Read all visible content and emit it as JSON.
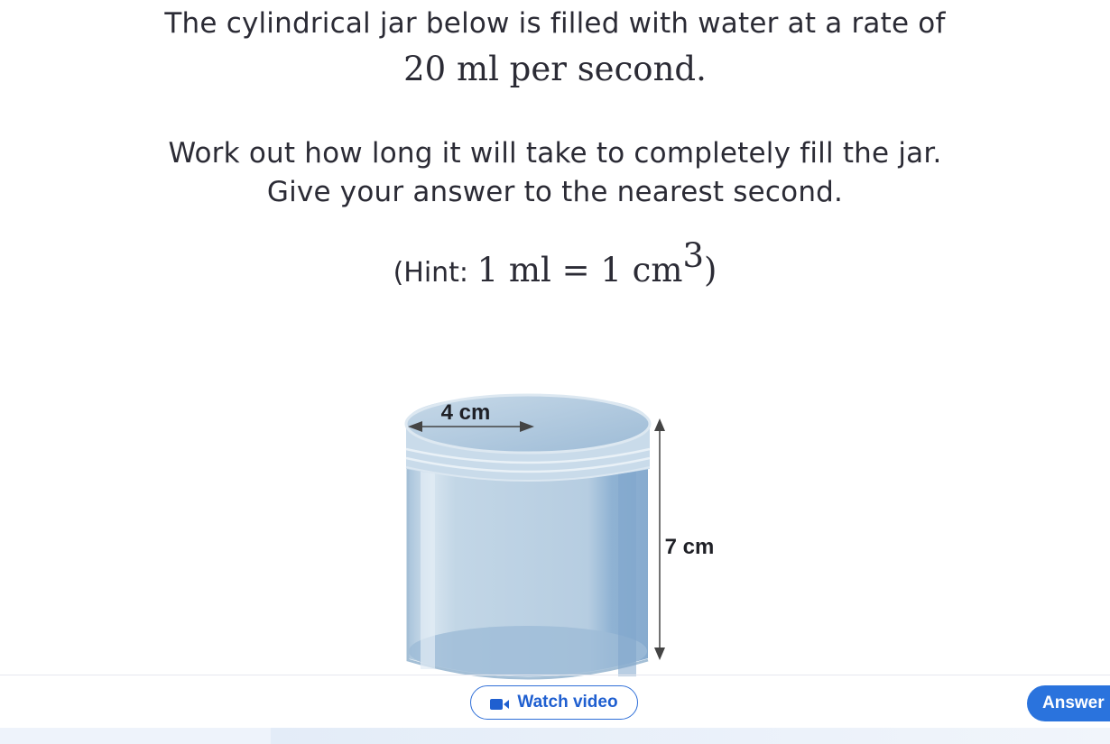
{
  "question": {
    "line1": "The cylindrical jar below is filled with water at a rate of",
    "line2": "20 ml per second.",
    "line3": "Work out how long it will take to completely fill the jar.",
    "line4": "Give your answer to the nearest second.",
    "hint": {
      "prefix": "(Hint: ",
      "math": "1 ml = 1 cm",
      "exponent": "3",
      "suffix": ")"
    }
  },
  "figure": {
    "diameter_label": "4 cm",
    "height_label": "7 cm",
    "jar_color": "#b9d0e3"
  },
  "buttons": {
    "watch_video": "Watch video",
    "answer": "Answer"
  },
  "colors": {
    "accent": "#2a73dd",
    "text": "#2b2b35"
  }
}
